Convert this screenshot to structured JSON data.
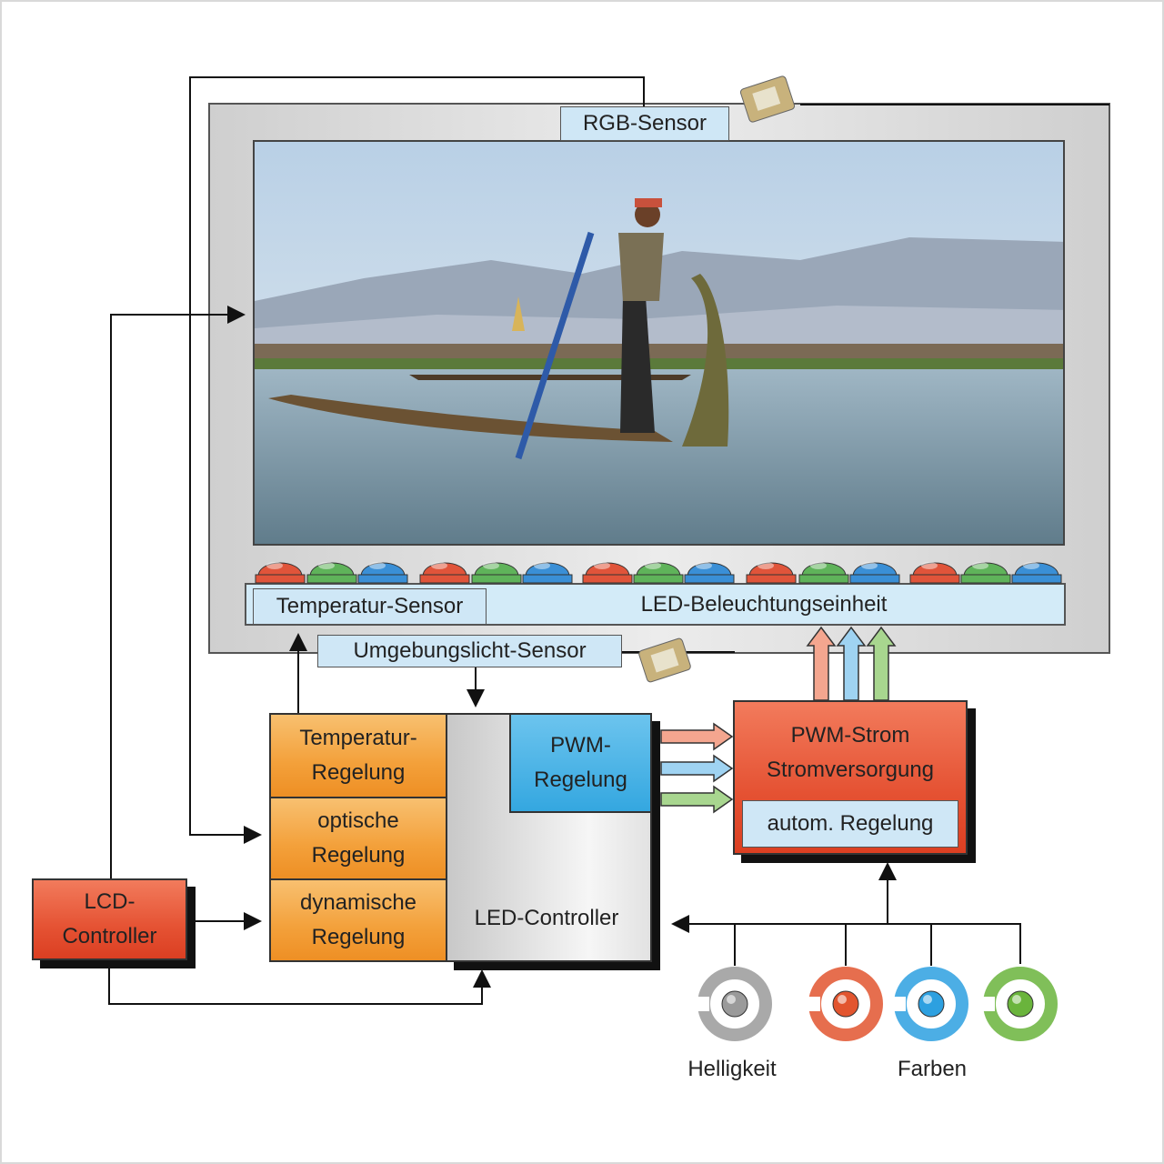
{
  "labels": {
    "rgb_sensor": "RGB-Sensor",
    "temp_sensor": "Temperatur-Sensor",
    "led_unit": "LED-Beleuchtungseinheit",
    "ambient_sensor": "Umgebungslicht-Sensor",
    "temp_control": "Temperatur-\nRegelung",
    "optical_control": "optische\nRegelung",
    "dynamic_control": "dynamische\nRegelung",
    "led_controller": "LED-Controller",
    "pwm_control": "PWM-\nRegelung",
    "pwm_power": "PWM-Strom\nStromversorgung",
    "auto_control": "autom. Regelung",
    "lcd_controller": "LCD-\nController",
    "brightness": "Helligkeit",
    "colors": "Farben"
  },
  "colors": {
    "led_red": "#e0543a",
    "led_green": "#5fb35a",
    "led_blue": "#3a8fd6",
    "knob_gray": "#9a9a9a",
    "knob_red": "#e2552f",
    "knob_blue": "#2da0e0",
    "knob_green": "#6ab43c"
  },
  "led_sequence": [
    "red",
    "green",
    "blue",
    "red",
    "green",
    "blue",
    "red",
    "green",
    "blue",
    "red",
    "green",
    "blue",
    "red",
    "green",
    "blue"
  ],
  "knobs": [
    "gray",
    "red",
    "blue",
    "green"
  ],
  "icons": [
    "rgb-sensor-chip-icon",
    "ambient-sensor-chip-icon",
    "brightness-knob-icon",
    "red-color-knob-icon",
    "blue-color-knob-icon",
    "green-color-knob-icon"
  ]
}
